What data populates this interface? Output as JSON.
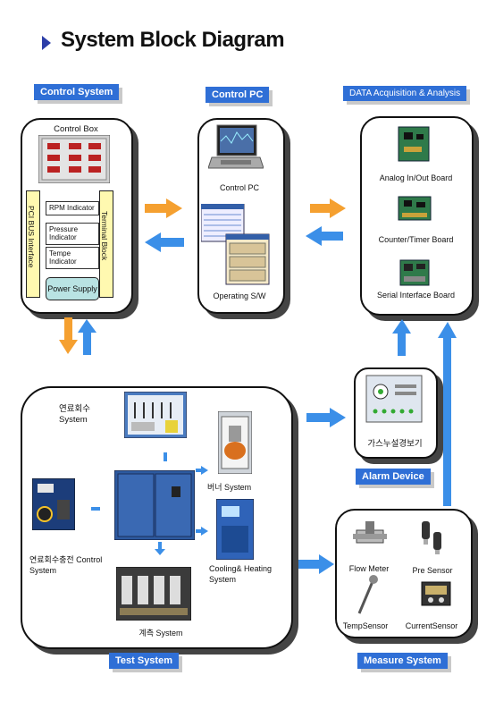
{
  "title": "System Block Diagram",
  "sections": {
    "control_system": "Control System",
    "control_pc": "Control PC",
    "daq": "DATA Acquisition & Analysis",
    "alarm": "Alarm Device",
    "test": "Test System",
    "measure": "Measure System"
  },
  "control_box": {
    "title": "Control Box",
    "pci_bus": "PCI BUS Interface",
    "terminal_block": "Terminal Block",
    "rpm": "RPM Indicator",
    "pressure": "Pressure Indicator",
    "tempe": "Tempe Indicator",
    "power": "Power Supply"
  },
  "control_pc": {
    "pc_label": "Control PC",
    "sw_label": "Operating S/W"
  },
  "daq": {
    "analog": "Analog In/Out Board",
    "counter": "Counter/Timer Board",
    "serial": "Serial Interface Board"
  },
  "alarm": {
    "device_label": "가스누설경보기"
  },
  "test_system": {
    "fuel_recovery_label": "연료회수 System",
    "fuel_recovery_control_label": "연료회수충전 Control System",
    "burner_label": "버너 System",
    "cooling_label": "Cooling& Heating System",
    "measure_label": "계측 System"
  },
  "measure_system": {
    "flow": "Flow Meter",
    "pre": "Pre Sensor",
    "temp": "TempSensor",
    "current": "CurrentSensor"
  },
  "colors": {
    "accent_blue": "#2f6fd6",
    "arrow_orange": "#f5a030",
    "arrow_blue": "#3b8fe8",
    "indicator_yellow": "#fff9b0"
  }
}
